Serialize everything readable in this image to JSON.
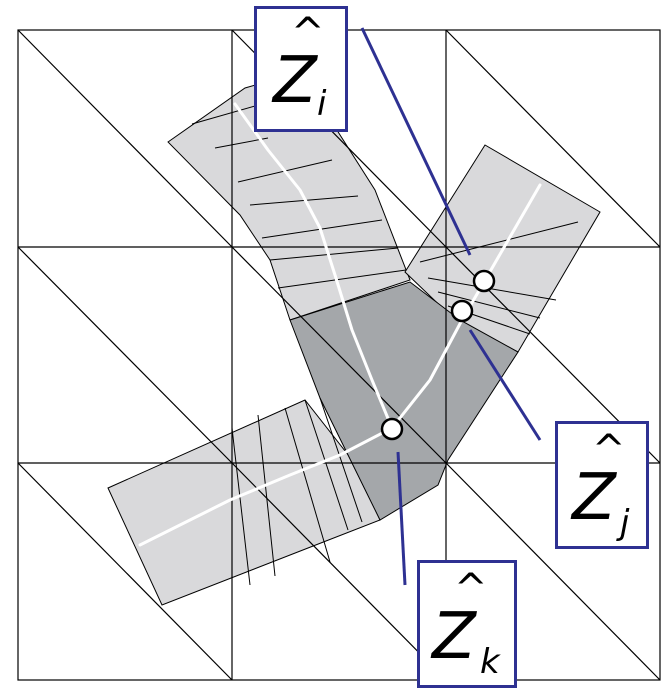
{
  "colors": {
    "grid": "#000000",
    "light_patch": "#d9d9db",
    "dark_patch": "#a4a7aa",
    "centerline": "#ffffff",
    "leader": "#2e3192",
    "box_border": "#2e3192"
  },
  "labels": {
    "zi": {
      "symbol": "Z",
      "accent": "^",
      "subscript": "i"
    },
    "zj": {
      "symbol": "Z",
      "accent": "^",
      "subscript": "j"
    },
    "zk": {
      "symbol": "Z",
      "accent": "^",
      "subscript": "k"
    }
  }
}
